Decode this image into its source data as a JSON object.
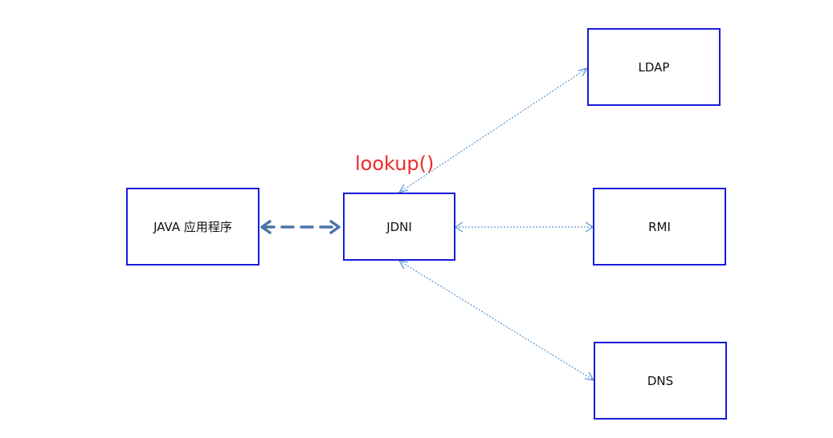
{
  "diagram": {
    "nodes": {
      "java": "JAVA 应用程序",
      "jndi": "JDNI",
      "ldap": "LDAP",
      "rmi": "RMI",
      "dns": "DNS"
    },
    "call_label": "lookup()",
    "colors": {
      "box_border": "#1a1adb",
      "dashed_arrow": "#4a74a8",
      "dotted_arrow": "#5b9bd5",
      "call_label": "#ee2a2a"
    }
  }
}
